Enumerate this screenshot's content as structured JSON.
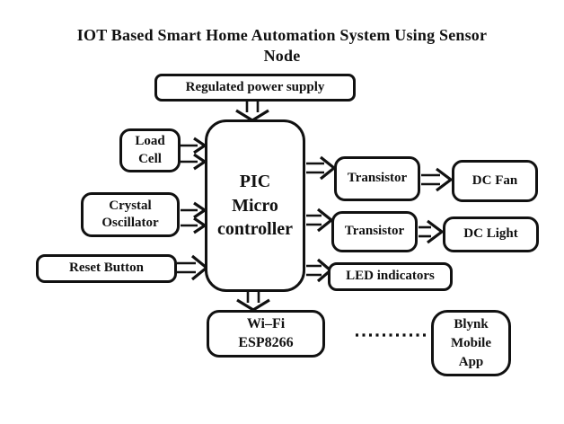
{
  "title": "IOT Based Smart Home Automation System Using Sensor\nNode",
  "nodes": {
    "power": {
      "label": "Regulated power supply"
    },
    "load_cell": {
      "label": "Load\nCell"
    },
    "crystal": {
      "label": "Crystal\nOscillator"
    },
    "reset": {
      "label": "Reset Button"
    },
    "pic": {
      "label": "PIC\nMicro\ncontroller"
    },
    "transistor1": {
      "label": "Transistor"
    },
    "transistor2": {
      "label": "Transistor"
    },
    "dc_fan": {
      "label": "DC Fan"
    },
    "dc_light": {
      "label": "DC Light"
    },
    "led": {
      "label": "LED indicators"
    },
    "wifi": {
      "label": "Wi–Fi\nESP8266"
    },
    "blynk": {
      "label": "Blynk\nMobile\nApp"
    }
  },
  "colors": {
    "ink": "#111111",
    "background": "#ffffff"
  }
}
